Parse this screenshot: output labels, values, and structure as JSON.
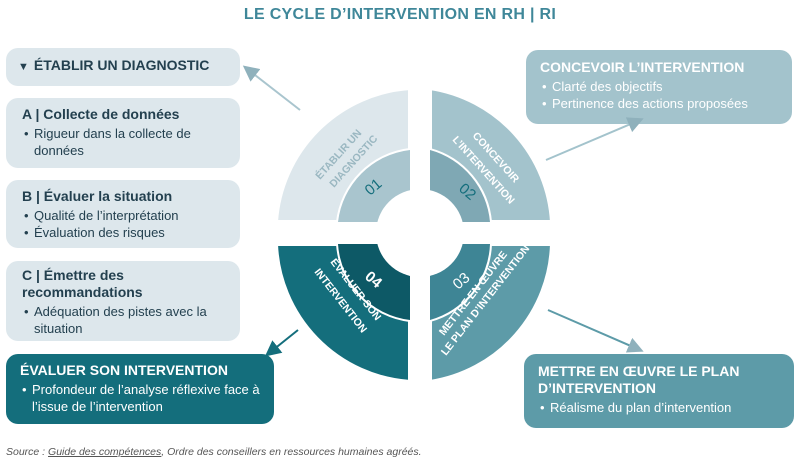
{
  "title": "LE CYCLE D’INTERVENTION EN RH | RI",
  "left_top": {
    "label": "ÉTABLIR UN DIAGNOSTIC",
    "marker": "▼"
  },
  "box_a": {
    "title": "A | Collecte de données",
    "items": [
      "Rigueur dans la collecte de données"
    ]
  },
  "box_b": {
    "title": "B | Évaluer la situation",
    "items": [
      "Qualité de l’interprétation",
      "Évaluation des risques"
    ]
  },
  "box_c": {
    "title": "C | Émettre des recommandations",
    "items": [
      "Adéquation des pistes avec la situation"
    ]
  },
  "box_eval": {
    "title": "ÉVALUER SON INTERVENTION",
    "items": [
      "Profondeur de l’analyse réflexive face à l’issue de l’intervention"
    ]
  },
  "box_concevoir": {
    "title": "CONCEVOIR L’INTERVENTION",
    "items": [
      "Clarté des objectifs",
      "Pertinence des actions proposées"
    ]
  },
  "box_mettre": {
    "title": "METTRE EN ŒUVRE LE PLAN D’INTERVENTION",
    "items": [
      "Réalisme du plan d’intervention"
    ]
  },
  "ring": {
    "seg1": {
      "num": "01",
      "line1": "ÉTABLIR UN",
      "line2": "DIAGNOSTIC"
    },
    "seg2": {
      "num": "02",
      "line1": "CONCEVOIR",
      "line2": "L’INTERVENTION"
    },
    "seg3": {
      "num": "03",
      "line1": "METTRE EN ŒUVRE",
      "line2": "LE PLAN D’INTERVENTION"
    },
    "seg4": {
      "num": "04",
      "line1": "ÉVALUER SON",
      "line2": "INTERVENTION"
    }
  },
  "source": {
    "prefix": "Source : ",
    "link": "Guide des compétences",
    "suffix": ", Ordre des conseillers en ressources humaines agréés."
  },
  "colors": {
    "pale": "#dde7ec",
    "light": "#a3c3cc",
    "mid": "#5d9ba8",
    "dark": "#146e7c",
    "title": "#3f8799"
  }
}
